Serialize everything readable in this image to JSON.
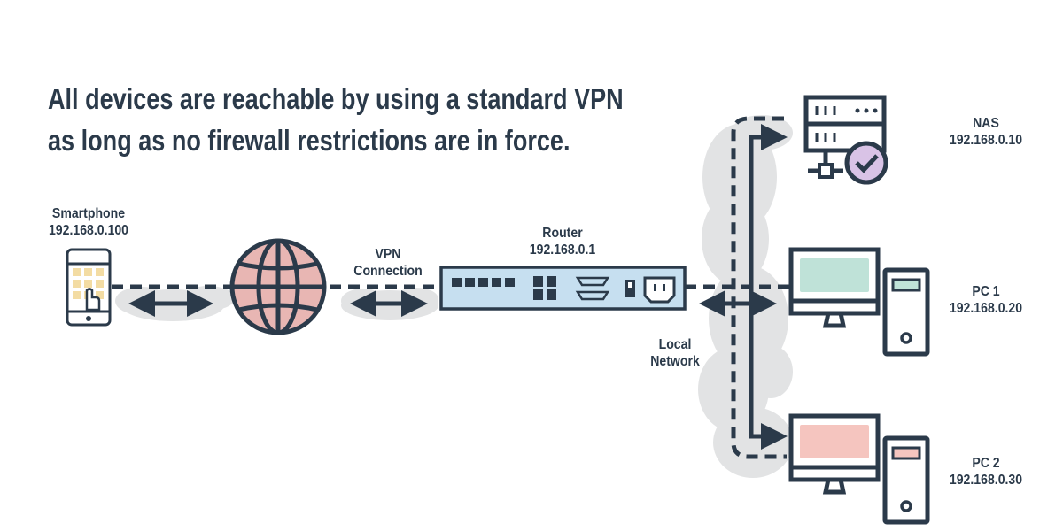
{
  "headline": {
    "line1": "All devices are reachable by using a standard VPN",
    "line2": "as long as no firewall restrictions are in force."
  },
  "devices": {
    "smartphone": {
      "name": "Smartphone",
      "ip": "192.168.0.100"
    },
    "router": {
      "name": "Router",
      "ip": "192.168.0.1"
    },
    "nas": {
      "name": "NAS",
      "ip": "192.168.0.10"
    },
    "pc1": {
      "name": "PC 1",
      "ip": "192.168.0.20"
    },
    "pc2": {
      "name": "PC 2",
      "ip": "192.168.0.30"
    }
  },
  "connections": {
    "vpn": {
      "line1": "VPN",
      "line2": "Connection"
    },
    "local": {
      "line1": "Local",
      "line2": "Network"
    }
  },
  "colors": {
    "ink": "#2b3a4a",
    "cloud": "#e2e3e4",
    "globe": "#e8b6b3",
    "router_panel": "#c6dff0",
    "pc1_screen": "#bfe2d8",
    "pc2_screen": "#f5c5bf",
    "nas_check": "#d9c3e6",
    "phone_apps": "#f3dca3"
  },
  "icons": [
    "smartphone-icon",
    "globe-icon",
    "router-icon",
    "nas-icon",
    "check-icon",
    "pc-icon"
  ]
}
